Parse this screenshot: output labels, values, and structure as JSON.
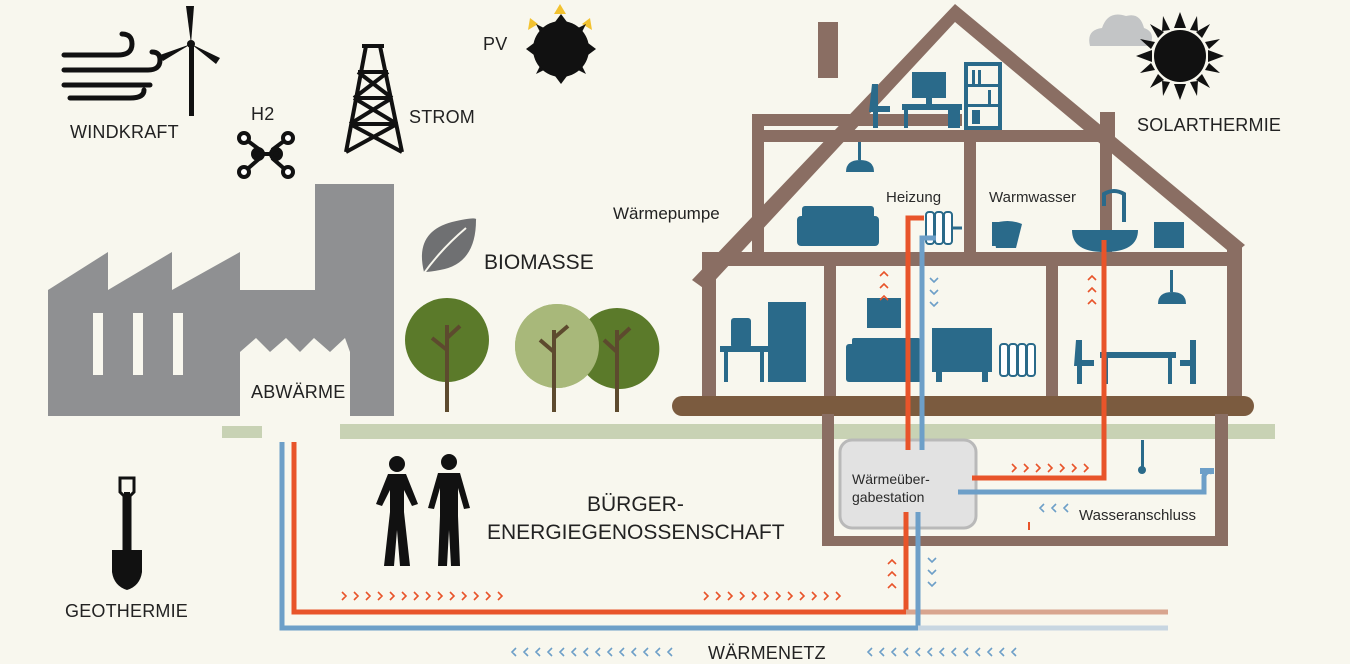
{
  "labels": {
    "windkraft": "WINDKRAFT",
    "h2": "H2",
    "strom": "STROM",
    "pv": "PV",
    "solarthermie": "SOLARTHERMIE",
    "biomasse": "BIOMASSE",
    "abwaerme": "ABWÄRME",
    "geothermie": "GEOTHERMIE",
    "buerger_line1": "BÜRGER-",
    "buerger_line2": "ENERGIEGENOSSENSCHAFT",
    "waermenetz": "WÄRMENETZ",
    "waermepumpe": "Wärmepumpe",
    "heizung": "Heizung",
    "warmwasser": "Warmwasser",
    "station_line1": "Wärmeüber-",
    "station_line2": "gabestation",
    "wasseranschluss": "Wasseranschluss"
  },
  "colors": {
    "background": "#f8f7ee",
    "house_wall": "#8a6e63",
    "furniture": "#2a6a8a",
    "hot_pipe": "#e8542a",
    "cold_pipe": "#6d9fc8",
    "factory": "#8f9092",
    "tree_dark": "#5b7a2a",
    "tree_light": "#a8b87a",
    "ground": "#c8d2b4"
  },
  "icons": {
    "wind": "wind-icon",
    "turbine": "wind-turbine-icon",
    "hydrogen": "h2-molecule-icon",
    "power": "power-pylon-icon",
    "sun_pv": "sun-icon",
    "solar": "sun-cloud-icon",
    "leaf": "leaf-icon",
    "shovel": "shovel-icon",
    "people": "people-icon"
  }
}
